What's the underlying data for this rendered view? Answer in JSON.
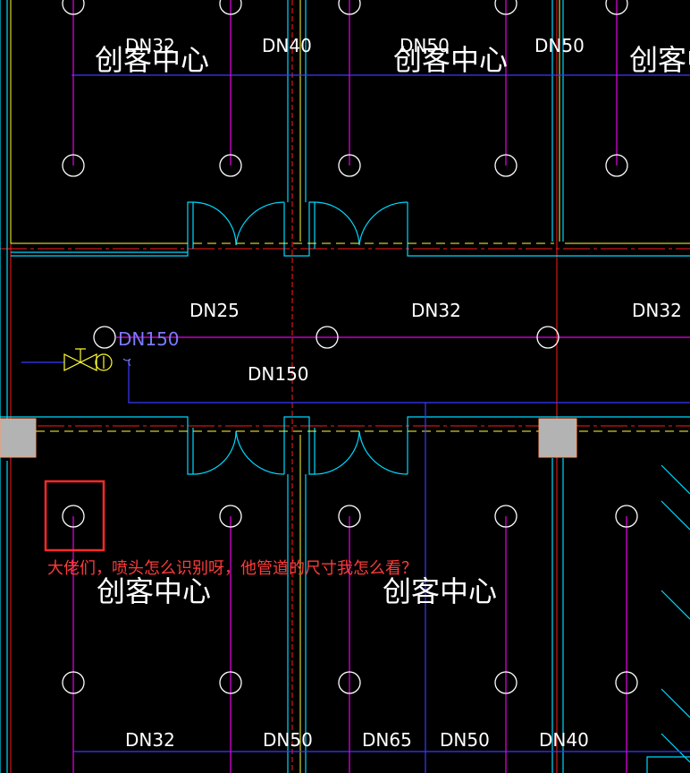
{
  "room_label": "创客中心",
  "annotation": {
    "question": "大佬们，喷头怎么识别呀，他管道的尺寸我怎么看？"
  },
  "pipe_sizes": {
    "top_1": "DN32",
    "top_2": "DN40",
    "top_3": "DN50",
    "top_4": "DN50",
    "corridor_1": "DN25",
    "corridor_2": "DN32",
    "corridor_3": "DN32",
    "main_supply_1": "DN150",
    "main_supply_2": "DN150",
    "bottom_1": "DN32",
    "bottom_2": "DN50",
    "bottom_3": "DN65",
    "bottom_4": "DN50",
    "bottom_5": "DN40"
  },
  "colors": {
    "background": "#000000",
    "sprinkler_branch": "#ff00ff",
    "gridline": "#ff0000",
    "wall": "#00ffff",
    "main_pipe": "#3a3aff",
    "highlight_box": "#ff2a2a",
    "valve": "#ffff00",
    "column": "#b0b0b0"
  }
}
